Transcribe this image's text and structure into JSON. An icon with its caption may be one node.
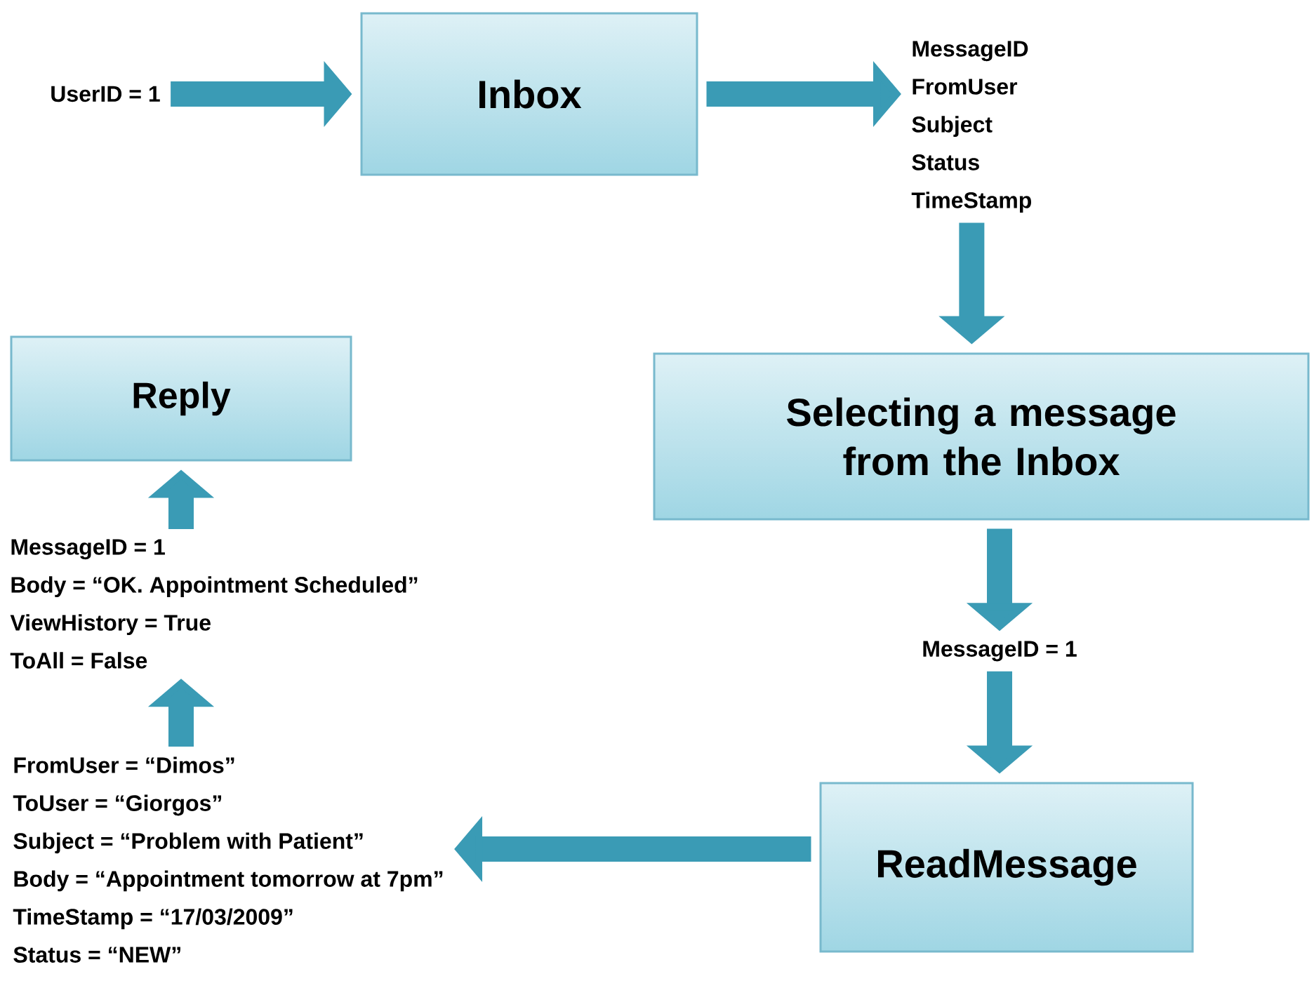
{
  "diagram": {
    "nodes": [
      {
        "text": [
          "UserID = 1"
        ]
      },
      {
        "text": [
          "Inbox"
        ]
      },
      {
        "text": [
          "MessageID",
          "FromUser",
          "Subject",
          "Status",
          "TimeStamp"
        ]
      },
      {
        "text": [
          "Selecting a message from the Inbox"
        ]
      },
      {
        "text": [
          "MessageID = 1"
        ]
      },
      {
        "text": [
          "ReadMessage"
        ]
      },
      {
        "text": [
          "FromUser = “Dimos”",
          "ToUser = “Giorgos”",
          "Subject = “Problem with Patient”",
          "Body = “Appointment tomorrow at 7pm”",
          "TimeStamp = “17/03/2009”",
          "Status = “NEW”"
        ]
      },
      {
        "text": [
          "MessageID = 1",
          "Body = “OK. Appointment Scheduled”",
          "ViewHistory = True",
          "ToAll = False"
        ]
      },
      {
        "text": [
          "Reply"
        ]
      }
    ],
    "edges": [
      {
        "from": 0,
        "to": 1,
        "arrow": "to"
      },
      {
        "from": 1,
        "to": 2,
        "arrow": "to"
      },
      {
        "from": 2,
        "to": 3,
        "arrow": "to"
      },
      {
        "from": 3,
        "to": 4,
        "arrow": "to"
      },
      {
        "from": 4,
        "to": 5,
        "arrow": "to"
      },
      {
        "from": 5,
        "to": 6,
        "arrow": "to"
      },
      {
        "from": 6,
        "to": 7,
        "arrow": "to"
      },
      {
        "from": 7,
        "to": 8,
        "arrow": "to"
      }
    ]
  }
}
